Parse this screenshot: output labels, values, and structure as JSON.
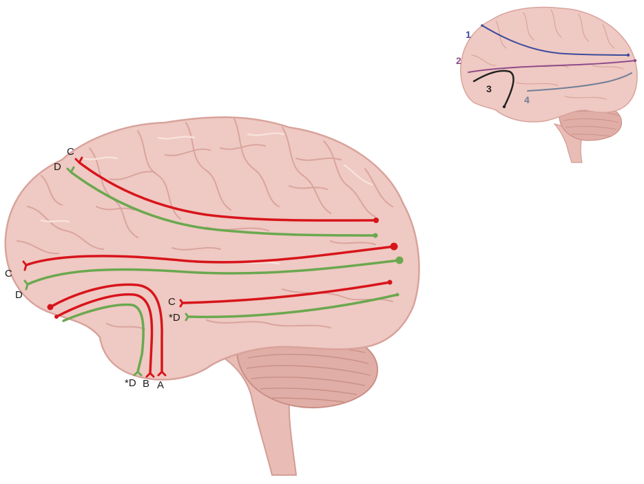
{
  "colors": {
    "background": "#ffffff",
    "brain_fill": "#efc9c3",
    "brain_fold": "#d9a59d",
    "brain_highlight": "#f8e1dc",
    "cerebellum": "#e0aea6",
    "brainstem": "#e9bdb6",
    "tract_red": "#d8141b",
    "tract_green": "#6aa84f",
    "tract1": "#3b4a9c",
    "tract2": "#8e4b8a",
    "tract3": "#222222",
    "tract4": "#6f7f96"
  },
  "main_labels": {
    "c_top": "C",
    "d_top": "D",
    "c_mid": "C",
    "d_mid": "D",
    "c_temporal": "C",
    "d_temporal": "*D",
    "d_bottom": "*D",
    "b_bottom": "B",
    "a_bottom": "A"
  },
  "inset_labels": {
    "t1": "1",
    "t2": "2",
    "t3": "3",
    "t4": "4"
  }
}
